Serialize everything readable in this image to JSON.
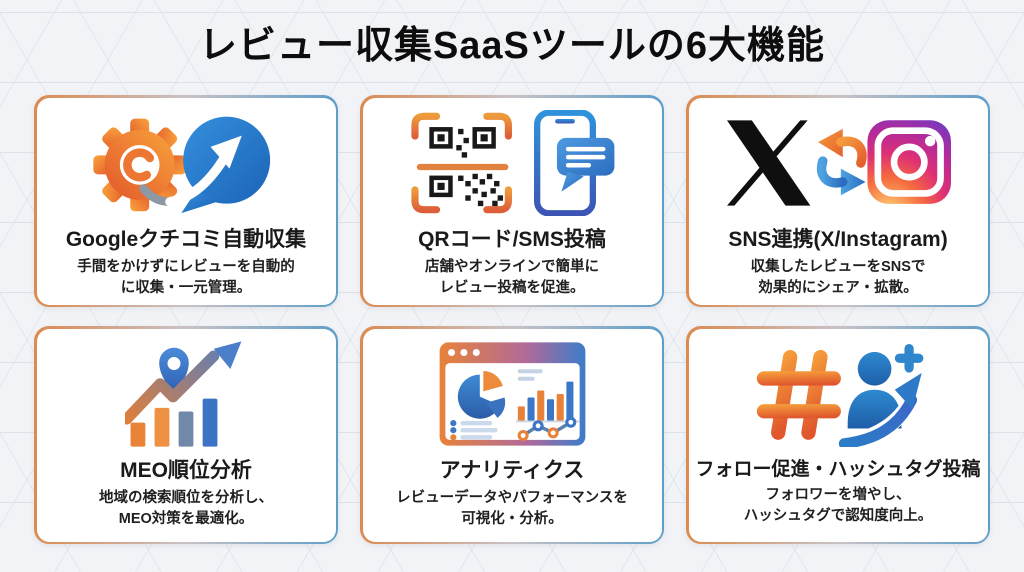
{
  "page": {
    "title": "レビュー収集SaaSツールの6大機能"
  },
  "colors": {
    "accent_orange": "#E8823A",
    "accent_blue": "#2E7FC6",
    "card_border_left": "#DC8A50",
    "card_border_right": "#5E9EC9",
    "background": "#F1F3F6",
    "title_text": "#0D0D0D"
  },
  "cards": [
    {
      "icon": "gear-sync-icon",
      "title": "Googleクチコミ自動収集",
      "desc_line1": "手間をかけずにレビューを自動的",
      "desc_line2": "に収集・一元管理。"
    },
    {
      "icon": "qr-sms-icon",
      "title": "QRコード/SMS投稿",
      "desc_line1": "店舗やオンラインで簡単に",
      "desc_line2": "レビュー投稿を促進。"
    },
    {
      "icon": "sns-link-icon",
      "title": "SNS連携(X/Instagram)",
      "desc_line1": "収集したレビューをSNSで",
      "desc_line2": "効果的にシェア・拡散。"
    },
    {
      "icon": "meo-rank-icon",
      "title": "MEO順位分析",
      "desc_line1": "地域の検索順位を分析し、",
      "desc_line2": "MEO対策を最適化。"
    },
    {
      "icon": "analytics-icon",
      "title": "アナリティクス",
      "desc_line1": "レビューデータやパフォーマンスを",
      "desc_line2": "可視化・分析。"
    },
    {
      "icon": "follow-hashtag-icon",
      "title": "フォロー促進・ハッシュタグ投稿",
      "desc_line1": "フォロワーを増やし、",
      "desc_line2": "ハッシュタグで認知度向上。"
    }
  ]
}
